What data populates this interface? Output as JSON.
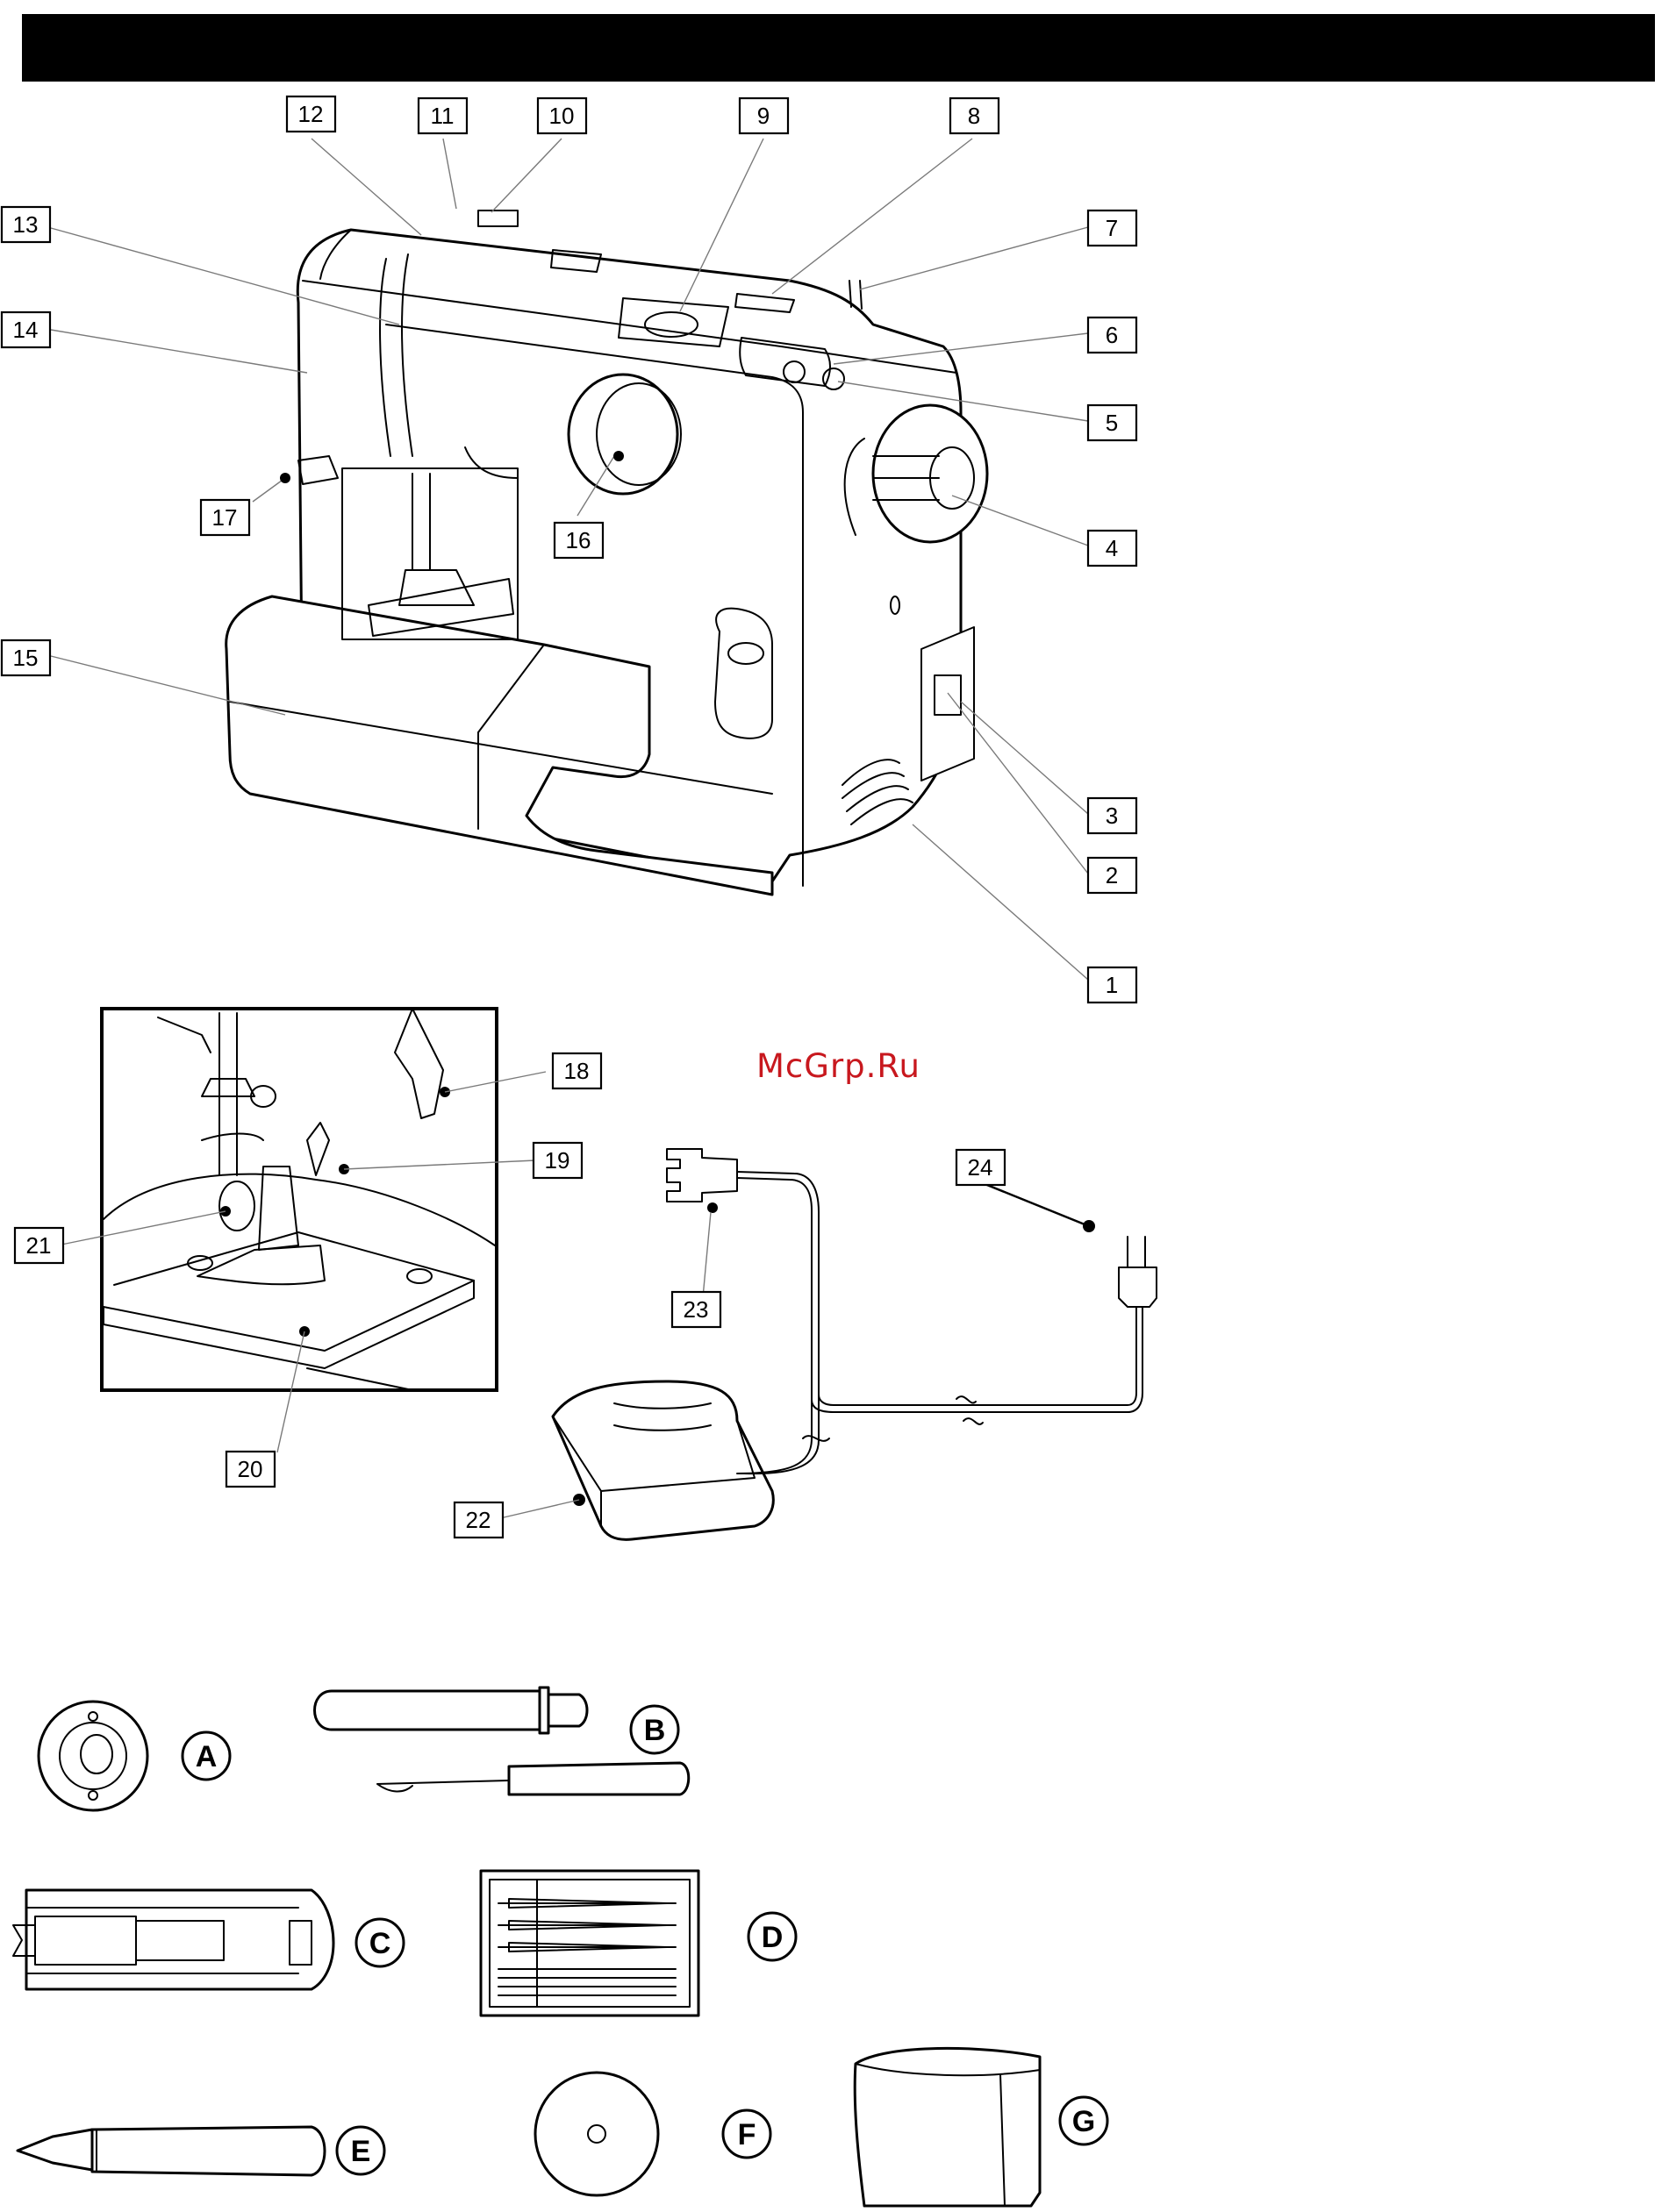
{
  "header": {
    "title": ""
  },
  "watermark": "McGrp.Ru",
  "callouts": [
    "1",
    "2",
    "3",
    "4",
    "5",
    "6",
    "7",
    "8",
    "9",
    "10",
    "11",
    "12",
    "13",
    "14",
    "15",
    "16",
    "17",
    "18",
    "19",
    "20",
    "21",
    "22",
    "23",
    "24"
  ],
  "accessories": [
    "A",
    "B",
    "C",
    "D",
    "E",
    "F",
    "G"
  ],
  "colors": {
    "header_bar": "#000000",
    "watermark": "#c8181e",
    "line": "#000000",
    "leader": "#7a7a7a"
  }
}
